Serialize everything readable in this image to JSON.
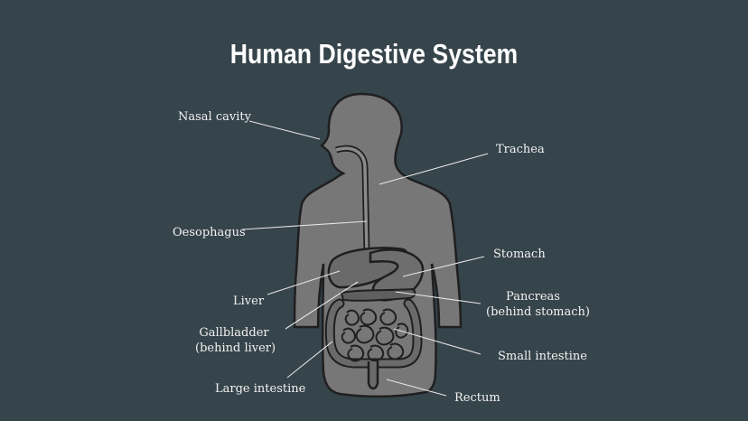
{
  "title": "Human Digestive System",
  "labels": {
    "nasal_cavity": "Nasal cavity",
    "trachea": "Trachea",
    "oesophagus": "Oesophagus",
    "stomach": "Stomach",
    "liver": "Liver",
    "pancreas_1": "Pancreas",
    "pancreas_2": "(behind stomach)",
    "gallbladder_1": "Gallbladder",
    "gallbladder_2": "(behind liver)",
    "small_intestine": "Small intestine",
    "large_intestine": "Large intestine",
    "rectum": "Rectum"
  },
  "colors": {
    "background": "#36444b",
    "body": "#777777",
    "outline": "#1f1f1f",
    "leader_line": "#e6e6e6",
    "text": "#f2f2f2"
  }
}
